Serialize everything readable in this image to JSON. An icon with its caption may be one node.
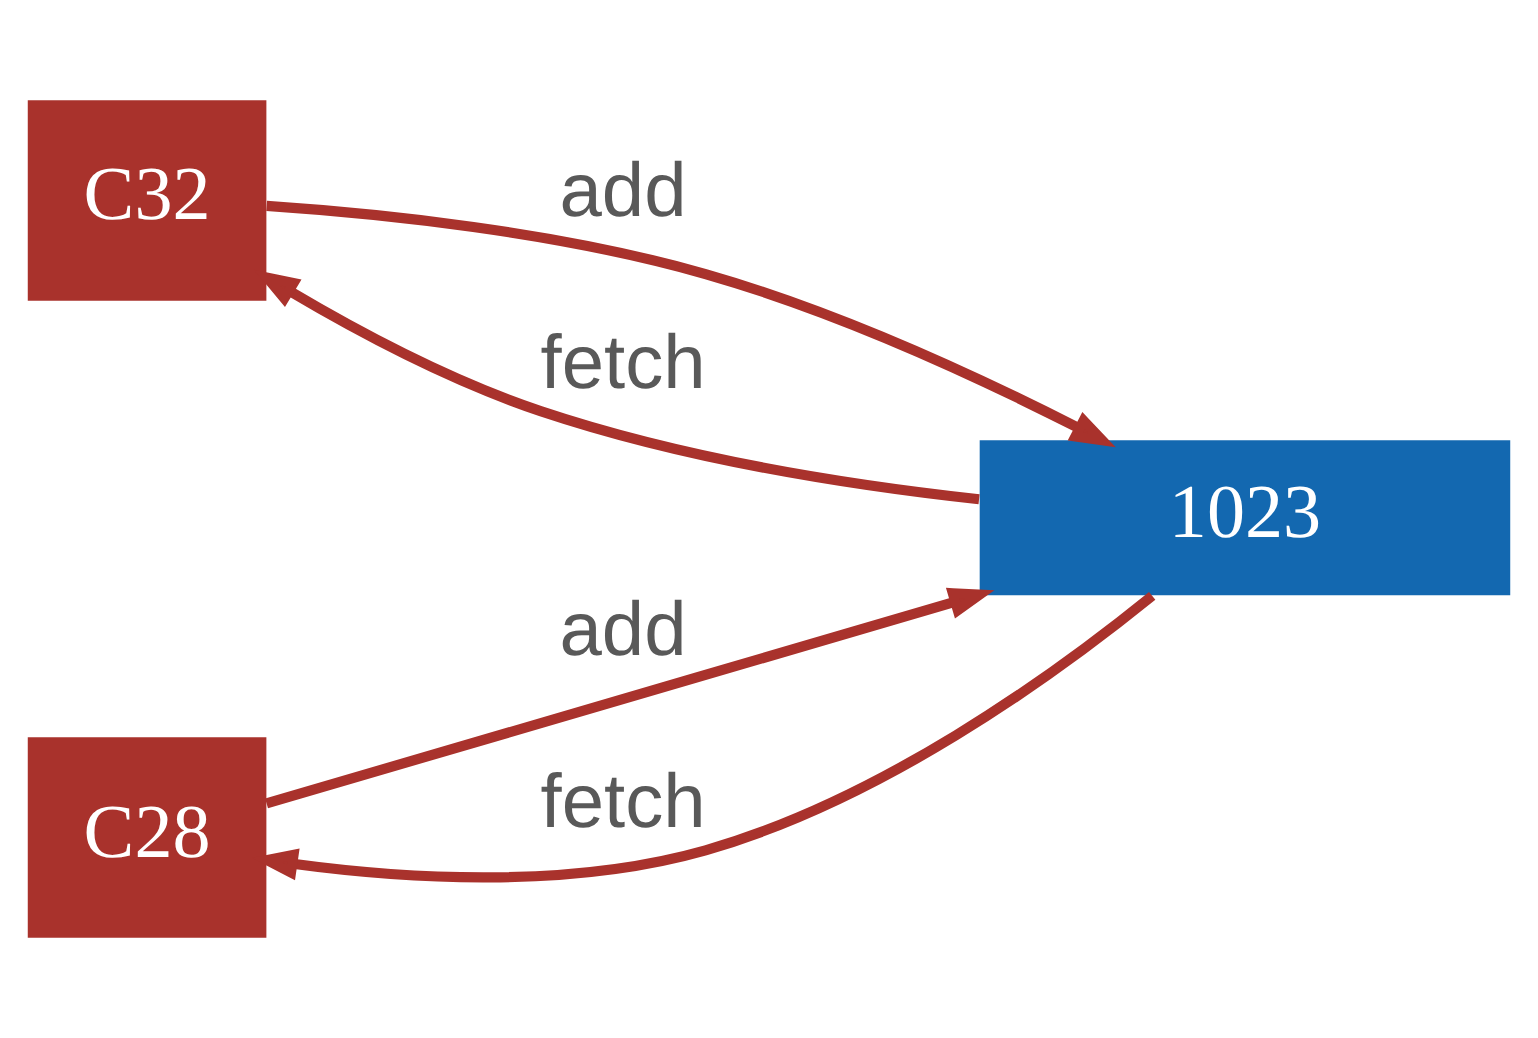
{
  "diagram": {
    "nodes": [
      {
        "text": [
          "C32"
        ]
      },
      {
        "text": [
          "C28"
        ]
      },
      {
        "text": [
          "1023"
        ]
      }
    ],
    "edges": [
      {
        "from": 0,
        "to": 2,
        "arrow": "to",
        "label": "add"
      },
      {
        "from": 2,
        "to": 0,
        "arrow": "to",
        "label": "fetch"
      },
      {
        "from": 1,
        "to": 2,
        "arrow": "to",
        "label": "add"
      },
      {
        "from": 2,
        "to": 1,
        "arrow": "to",
        "label": "fetch"
      }
    ]
  }
}
